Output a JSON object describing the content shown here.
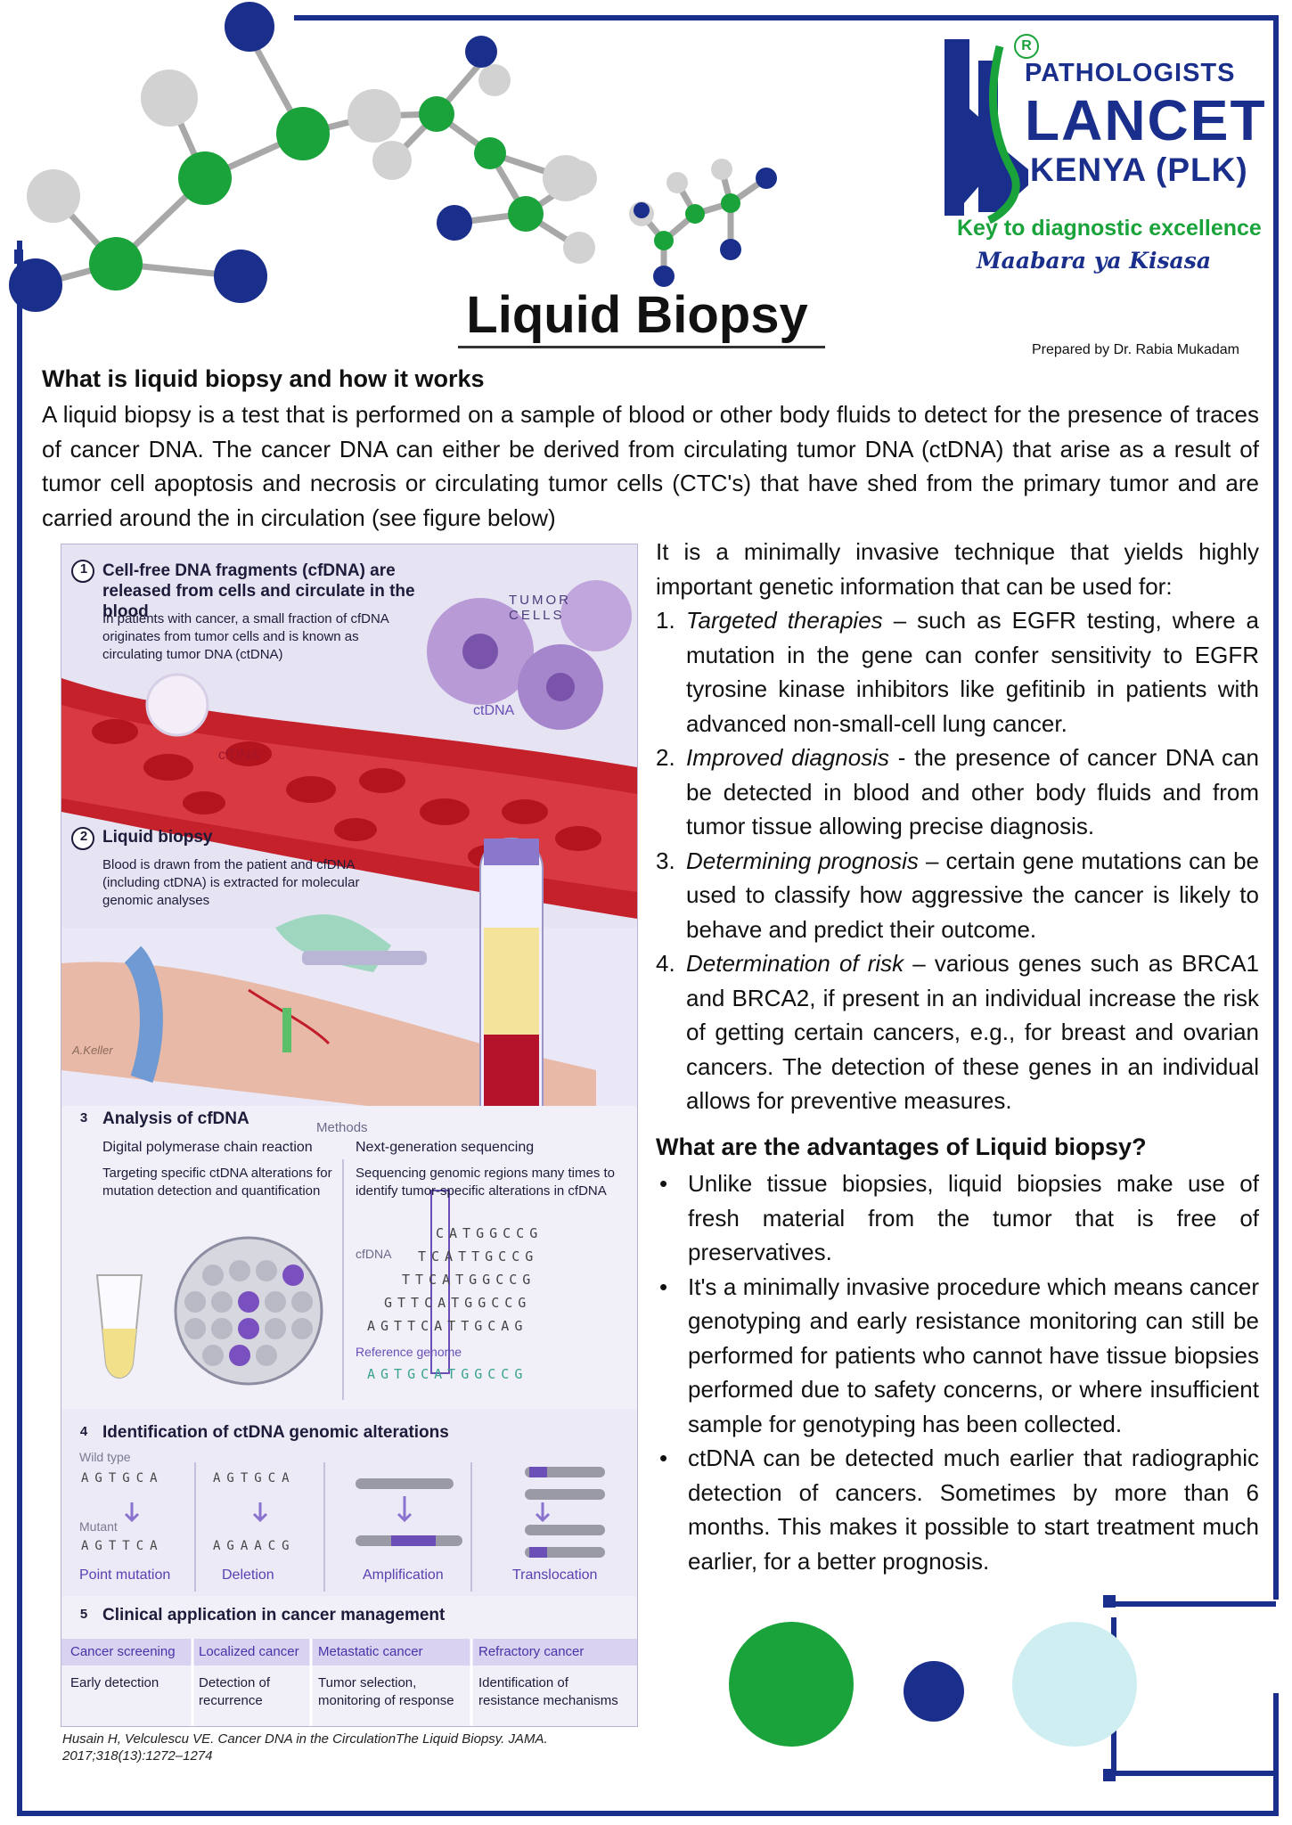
{
  "logo": {
    "registered_mark": "R",
    "line1": "PATHOLOGISTS",
    "line2": "LANCET",
    "line3": "KENYA (PLK)",
    "tagline": "Key to diagnostic excellence",
    "swahili": "Maabara ya Kisasa"
  },
  "title": "Liquid Biopsy",
  "prepared_by": "Prepared by Dr. Rabia Mukadam",
  "section1": {
    "heading": "What is liquid biopsy and how it works",
    "body": "A liquid biopsy is a test that is performed on a sample of blood or other body fluids to detect for the presence of traces of cancer DNA. The cancer DNA can either be derived from circulating tumor DNA (ctDNA) that arise as a result of tumor cell apoptosis and necrosis or circulating tumor cells (CTC's) that have shed from the primary tumor and are carried around the in circulation (see figure below)"
  },
  "uses": {
    "intro": "It is a minimally invasive technique that yields highly important genetic information that can be used for:",
    "items": [
      {
        "num": "1.",
        "term": "Targeted therapies",
        "text": " – such as EGFR testing, where a mutation in the gene can confer sensitivity to EGFR tyrosine kinase inhibitors like gefitinib in patients with advanced non-small-cell lung cancer."
      },
      {
        "num": "2.",
        "term": "Improved diagnosis",
        "text": " - the presence of cancer DNA can be detected in blood and other body fluids and from tumor tissue allowing precise diagnosis."
      },
      {
        "num": "3.",
        "term": "Determining prognosis",
        "text": " – certain gene mutations can be used to classify how aggressive the cancer is likely to behave and predict their outcome."
      },
      {
        "num": "4.",
        "term": "Determination of risk",
        "text": " – various genes such as BRCA1 and BRCA2, if present in an individual increase the risk of getting certain cancers, e.g., for breast and ovarian cancers. The detection of these genes in an individual allows for preventive measures."
      }
    ]
  },
  "advantages": {
    "heading": "What are the advantages of Liquid biopsy?",
    "items": [
      "Unlike tissue biopsies, liquid biopsies make use of fresh material from the tumor that is free of preservatives.",
      "It's a minimally invasive procedure which means cancer genotyping and early resistance monitoring can still be performed for patients who cannot have tissue biopsies performed due to safety concerns, or where insufficient sample for genotyping has been collected.",
      "ctDNA can be detected much earlier that radiographic detection of cancers. Sometimes by more than 6 months. This makes it possible to start treatment much earlier, for a better prognosis."
    ]
  },
  "figure": {
    "step1_num": "1",
    "step1_title": "Cell-free DNA fragments (cfDNA) are released from cells and circulate in the blood",
    "step1_body": "In patients with cancer, a small fraction of cfDNA originates from tumor cells and is known as circulating tumor DNA (ctDNA)",
    "tumor_cells": "TUMOR CELLS",
    "ctdna_label": "ctDNA",
    "cfdna_label": "cfDNA",
    "step2_num": "2",
    "step2_title": "Liquid biopsy",
    "step2_body": "Blood is drawn from the patient and cfDNA (including ctDNA) is extracted for molecular genomic analyses",
    "artist": "A.Keller",
    "step3_num": "3",
    "step3_title": "Analysis of cfDNA",
    "methods": "Methods",
    "dpcr_title": "Digital polymerase chain reaction",
    "dpcr_body": "Targeting specific ctDNA alterations for mutation detection and quantification",
    "ngs_title": "Next-generation sequencing",
    "ngs_body": "Sequencing genomic regions many times to identify tumor-specific alterations in cfDNA",
    "ngs_cfdna": "cfDNA",
    "reads": [
      "CATGGCCG",
      "TCATTGCCG",
      "TTCATGGCCG",
      "GTTCATGGCCG",
      "AGTTCATTGCAG"
    ],
    "reference_label": "Reference genome",
    "reference": "AGTGCATGGCCG",
    "step4_num": "4",
    "step4_title": "Identification of ctDNA genomic alterations",
    "wild_type": "Wild type",
    "mutant": "Mutant",
    "wild_seq": "AGTGCA",
    "point_seq": "AGTTCA",
    "wild_seq2": "AGTGCA",
    "deletion_seq": "AGAACG",
    "alterations": [
      "Point mutation",
      "Deletion",
      "Amplification",
      "Translocation"
    ],
    "step5_num": "5",
    "step5_title": "Clinical application in cancer management",
    "apps": [
      {
        "header": "Cancer screening",
        "body": "Early detection"
      },
      {
        "header": "Localized cancer",
        "body": "Detection of recurrence"
      },
      {
        "header": "Metastatic cancer",
        "body": "Tumor selection, monitoring of response"
      },
      {
        "header": "Refractory cancer",
        "body": "Identification of resistance mechanisms"
      }
    ]
  },
  "citation": "Husain H, Velculescu VE. Cancer DNA in the CirculationThe Liquid Biopsy. JAMA. 2017;318(13):1272–1274",
  "colors": {
    "navy": "#1a2f8c",
    "green": "#1aa33a",
    "light_blue": "#cfeef2",
    "grey_atom": "#d2d2d2"
  }
}
